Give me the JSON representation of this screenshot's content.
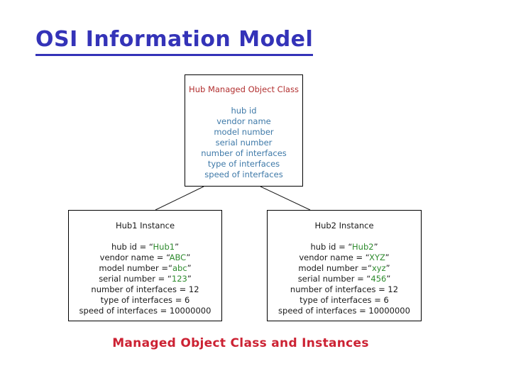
{
  "slide": {
    "title": "OSI Information Model",
    "caption": "Managed Object Class and Instances"
  },
  "colors": {
    "title_blue": "#3433b8",
    "class_name_red": "#b23030",
    "attribute_blue": "#3e79a8",
    "value_green": "#2e8b2e",
    "caption_crimson": "#cc2233",
    "box_border": "#000000",
    "background": "#ffffff"
  },
  "class_box": {
    "name": "Hub Managed Object Class",
    "attributes": [
      "hub id",
      "vendor name",
      "model number",
      "serial number",
      "number of interfaces",
      "type of interfaces",
      "speed of interfaces"
    ]
  },
  "instances": [
    {
      "title": "Hub1 Instance",
      "lines": [
        {
          "pre": "hub id = “",
          "value": "Hub1",
          "post": "”"
        },
        {
          "pre": "vendor name = “",
          "value": "ABC",
          "post": "”"
        },
        {
          "pre": "model number =“",
          "value": "abc",
          "post": "”"
        },
        {
          "pre": "serial number = “",
          "value": "123",
          "post": "”"
        },
        {
          "pre": "number of interfaces = 12",
          "value": "",
          "post": ""
        },
        {
          "pre": "type of interfaces = 6",
          "value": "",
          "post": ""
        },
        {
          "pre": "speed of interfaces = 10000000",
          "value": "",
          "post": ""
        }
      ]
    },
    {
      "title": "Hub2 Instance",
      "lines": [
        {
          "pre": "hub id = “",
          "value": "Hub2",
          "post": "”"
        },
        {
          "pre": "vendor name = “",
          "value": "XYZ",
          "post": "”"
        },
        {
          "pre": "model number =“",
          "value": "xyz",
          "post": "”"
        },
        {
          "pre": "serial number = “",
          "value": "456",
          "post": "”"
        },
        {
          "pre": "number of interfaces = 12",
          "value": "",
          "post": ""
        },
        {
          "pre": "type of interfaces = 6",
          "value": "",
          "post": ""
        },
        {
          "pre": "speed of interfaces = 10000000",
          "value": "",
          "post": ""
        }
      ]
    }
  ]
}
